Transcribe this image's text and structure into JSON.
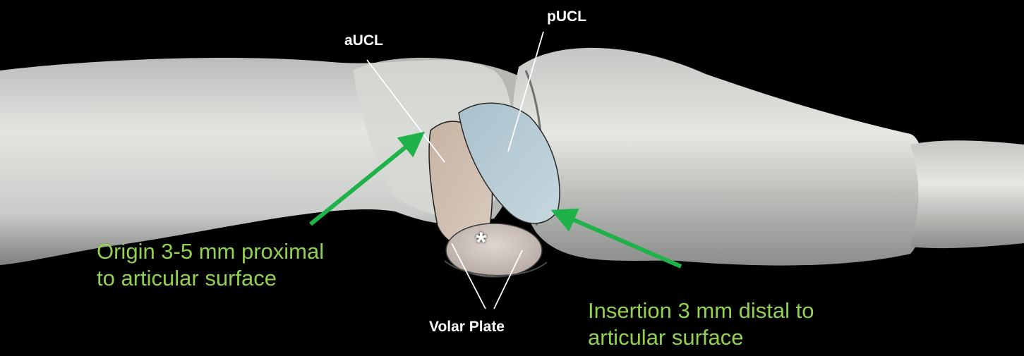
{
  "labels": {
    "aucl": "aUCL",
    "pucl": "pUCL",
    "volar_plate": "Volar Plate",
    "asterisk": "*"
  },
  "annotations": {
    "origin": [
      "Origin 3-5 mm proximal",
      "to articular surface"
    ],
    "insertion": [
      "Insertion 3 mm distal to",
      "articular surface"
    ]
  },
  "colors": {
    "background": "#000000",
    "annotation_text": "#92d050",
    "arrow": "#1fb24a",
    "label_text": "#ffffff",
    "bone": "#d9dbd7",
    "aucl_ligament": "#cbb9a9",
    "pucl_ligament": "#b8cdd6",
    "volar_plate": "#d2c6c0"
  }
}
